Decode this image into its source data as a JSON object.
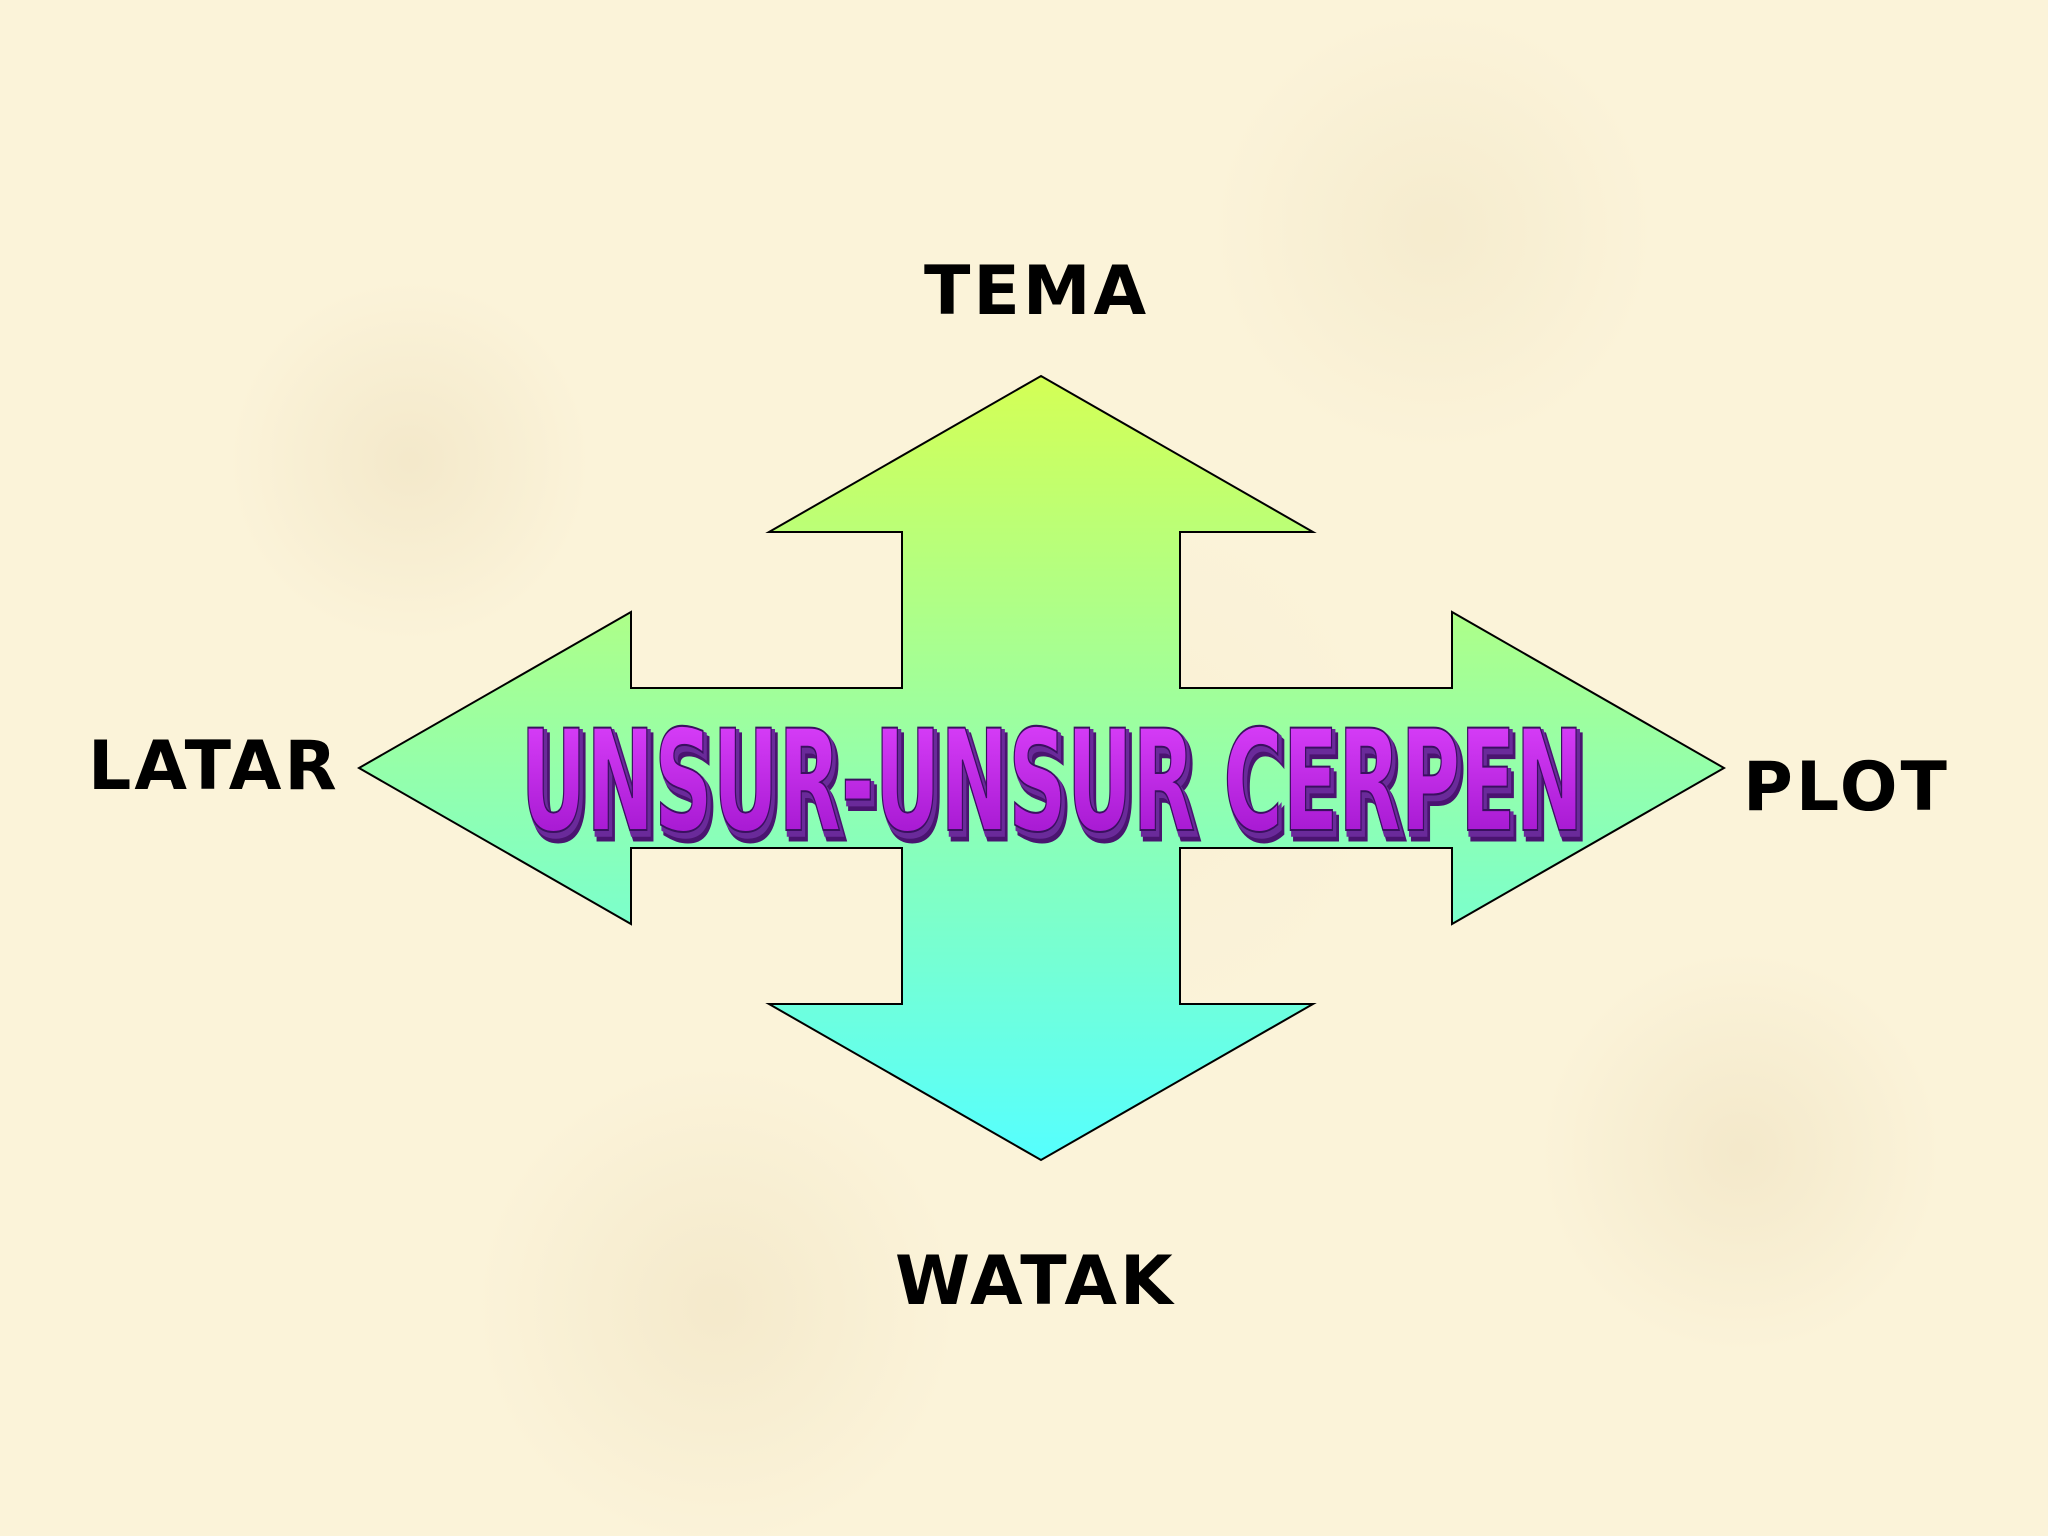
{
  "diagram": {
    "title": "UNSUR-UNSUR CERPEN",
    "labels": {
      "top": "TEMA",
      "left": "LATAR",
      "right": "PLOT",
      "bottom": "WATAK"
    },
    "colors": {
      "arrow_top": "#d4ff55",
      "arrow_bottom": "#55ffff",
      "title_fill": "#cc22ee",
      "title_shadow": "#5a1a80",
      "background": "#fbf3d9"
    }
  }
}
